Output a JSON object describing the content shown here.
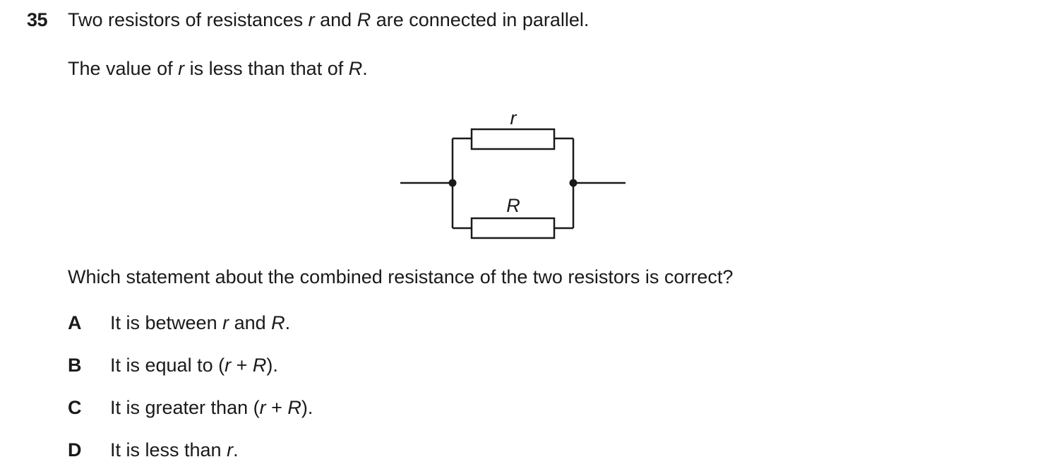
{
  "question": {
    "number": "35",
    "line1": {
      "before_r": "Two resistors of resistances ",
      "r": "r",
      "between": " and ",
      "R": "R",
      "after_R": " are connected in parallel."
    },
    "line2": {
      "before_r": "The value of ",
      "r": "r",
      "between": " is less than that of ",
      "R": "R",
      "end": "."
    },
    "prompt": "Which statement about the combined resistance of the two resistors is correct?"
  },
  "diagram": {
    "top_resistor_label": "r",
    "bottom_resistor_label": "R"
  },
  "options": {
    "A": {
      "letter": "A",
      "pre": "It is between ",
      "r": "r",
      "mid": " and ",
      "R": "R",
      "post": "."
    },
    "B": {
      "letter": "B",
      "pre": "It is equal to (",
      "r": "r",
      "mid": " + ",
      "R": "R",
      "post": ")."
    },
    "C": {
      "letter": "C",
      "pre": "It is greater than (",
      "r": "r",
      "mid": " + ",
      "R": "R",
      "post": ")."
    },
    "D": {
      "letter": "D",
      "pre": "It is less than ",
      "r": "r",
      "post": "."
    }
  }
}
